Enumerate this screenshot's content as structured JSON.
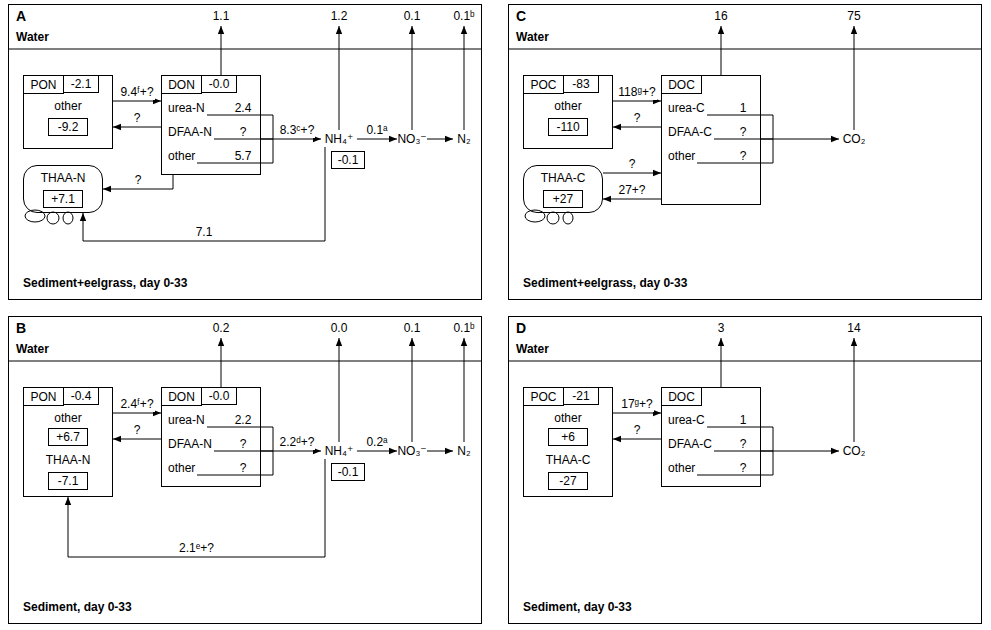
{
  "diagram": {
    "nodes": [
      {
        "text": [
          "A",
          "Water",
          "Sediment+eelgrass, day 0-33"
        ]
      },
      {
        "text": [
          "PON",
          "other"
        ],
        "in": 0
      },
      {
        "text": [
          "-2.1"
        ],
        "in": 1
      },
      {
        "text": [
          "-9.2"
        ],
        "in": 1
      },
      {
        "text": [
          "THAA-N"
        ],
        "in": 0
      },
      {
        "text": [
          "+7.1"
        ],
        "in": 4
      },
      {
        "text": [
          "DON",
          "urea-N",
          "2.4",
          "DFAA-N",
          "?",
          "other",
          "5.7"
        ],
        "in": 0
      },
      {
        "text": [
          "-0.0"
        ],
        "in": 6
      },
      {
        "text": [
          "NH₄⁺"
        ],
        "in": 0
      },
      {
        "text": [
          "-0.1"
        ],
        "in": 0
      },
      {
        "text": [
          "NO₃⁻"
        ],
        "in": 0
      },
      {
        "text": [
          "N₂"
        ],
        "in": 0
      },
      {
        "text": [
          "C",
          "Water",
          "Sediment+eelgrass, day 0-33"
        ]
      },
      {
        "text": [
          "POC",
          "other"
        ],
        "in": 12
      },
      {
        "text": [
          "-83"
        ],
        "in": 13
      },
      {
        "text": [
          "-110"
        ],
        "in": 13
      },
      {
        "text": [
          "THAA-C"
        ],
        "in": 12
      },
      {
        "text": [
          "+27"
        ],
        "in": 16
      },
      {
        "text": [
          "DOC",
          "urea-C",
          "1",
          "DFAA-C",
          "?",
          "other",
          "?"
        ],
        "in": 12
      },
      {
        "text": [
          "CO₂"
        ],
        "in": 12
      },
      {
        "text": [
          "B",
          "Water",
          "Sediment, day 0-33"
        ]
      },
      {
        "text": [
          "PON",
          "other",
          "THAA-N"
        ],
        "in": 20
      },
      {
        "text": [
          "-0.4"
        ],
        "in": 21
      },
      {
        "text": [
          "+6.7"
        ],
        "in": 21
      },
      {
        "text": [
          "-7.1"
        ],
        "in": 21
      },
      {
        "text": [
          "DON",
          "urea-N",
          "2.2",
          "DFAA-N",
          "?",
          "other",
          "?"
        ],
        "in": 20
      },
      {
        "text": [
          "-0.0"
        ],
        "in": 25
      },
      {
        "text": [
          "NH₄⁺"
        ],
        "in": 20
      },
      {
        "text": [
          "-0.1"
        ],
        "in": 20
      },
      {
        "text": [
          "NO₃⁻"
        ],
        "in": 20
      },
      {
        "text": [
          "N₂"
        ],
        "in": 20
      },
      {
        "text": [
          "D",
          "Water",
          "Sediment, day 0-33"
        ]
      },
      {
        "text": [
          "POC",
          "other",
          "THAA-C"
        ],
        "in": 31
      },
      {
        "text": [
          "-21"
        ],
        "in": 32
      },
      {
        "text": [
          "+6"
        ],
        "in": 32
      },
      {
        "text": [
          "-27"
        ],
        "in": 32
      },
      {
        "text": [
          "DOC",
          "urea-C",
          "1",
          "DFAA-C",
          "?",
          "other",
          "?"
        ],
        "in": 31
      },
      {
        "text": [
          "CO₂"
        ],
        "in": 31
      }
    ],
    "edges": [
      {
        "from": 1,
        "to": 6,
        "arrow": "to",
        "label": "9.4ᶠ+?"
      },
      {
        "from": 6,
        "to": 1,
        "arrow": "to",
        "label": "?"
      },
      {
        "from": 6,
        "to": 4,
        "arrow": "to",
        "label": "?"
      },
      {
        "from": 6,
        "to": 8,
        "arrow": "to",
        "label": "8.3ᶜ+?"
      },
      {
        "from": 8,
        "to": 10,
        "arrow": "to",
        "label": "0.1ᵃ"
      },
      {
        "from": 10,
        "to": 11,
        "arrow": "to"
      },
      {
        "from": 8,
        "to": 4,
        "arrow": "to",
        "label": "7.1"
      },
      {
        "from": 13,
        "to": 18,
        "arrow": "to",
        "label": "118ᵍ+?"
      },
      {
        "from": 18,
        "to": 13,
        "arrow": "to",
        "label": "?"
      },
      {
        "from": 16,
        "to": 18,
        "arrow": "to",
        "label": "?"
      },
      {
        "from": 18,
        "to": 16,
        "arrow": "to",
        "label": "27+?"
      },
      {
        "from": 18,
        "to": 19,
        "arrow": "to"
      },
      {
        "from": 21,
        "to": 25,
        "arrow": "to",
        "label": "2.4ᶠ+?"
      },
      {
        "from": 25,
        "to": 21,
        "arrow": "to",
        "label": "?"
      },
      {
        "from": 25,
        "to": 27,
        "arrow": "to",
        "label": "2.2ᵈ+?"
      },
      {
        "from": 27,
        "to": 29,
        "arrow": "to",
        "label": "0.2ᵃ"
      },
      {
        "from": 29,
        "to": 30,
        "arrow": "to"
      },
      {
        "from": 27,
        "to": 21,
        "arrow": "to",
        "label": "2.1ᵉ+?"
      },
      {
        "from": 32,
        "to": 36,
        "arrow": "to",
        "label": "17ᵍ+?"
      },
      {
        "from": 36,
        "to": 32,
        "arrow": "to",
        "label": "?"
      },
      {
        "from": 36,
        "to": 37,
        "arrow": "to"
      }
    ],
    "labels": [
      "1.1",
      "1.2",
      "0.1",
      "0.1ᵇ",
      "16",
      "75",
      "0.2",
      "0.0",
      "0.1",
      "0.1ᵇ",
      "3",
      "14"
    ]
  }
}
